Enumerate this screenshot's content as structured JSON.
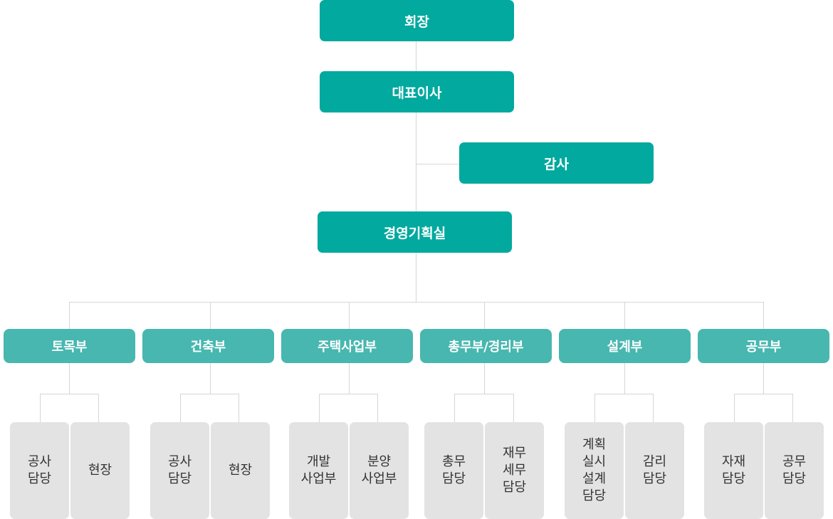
{
  "top": {
    "chairman": "회장",
    "ceo": "대표이사",
    "auditor": "감사",
    "planning": "경영기획실"
  },
  "departments": [
    {
      "label": "토목부",
      "teams": [
        "공사\n담당",
        "현장"
      ]
    },
    {
      "label": "건축부",
      "teams": [
        "공사\n담당",
        "현장"
      ]
    },
    {
      "label": "주택사업부",
      "teams": [
        "개발\n사업부",
        "분양\n사업부"
      ]
    },
    {
      "label": "총무부/경리부",
      "teams": [
        "총무\n담당",
        "재무\n세무\n담당"
      ]
    },
    {
      "label": "설계부",
      "teams": [
        "계획\n실시\n설계\n담당",
        "감리\n담당"
      ]
    },
    {
      "label": "공무부",
      "teams": [
        "자재\n담당",
        "공무\n담당"
      ]
    }
  ],
  "colors": {
    "top_box": "#01a99e",
    "dept_box": "#47b7b0",
    "team_box": "#e3e3e3",
    "line": "#d6d6d6"
  }
}
